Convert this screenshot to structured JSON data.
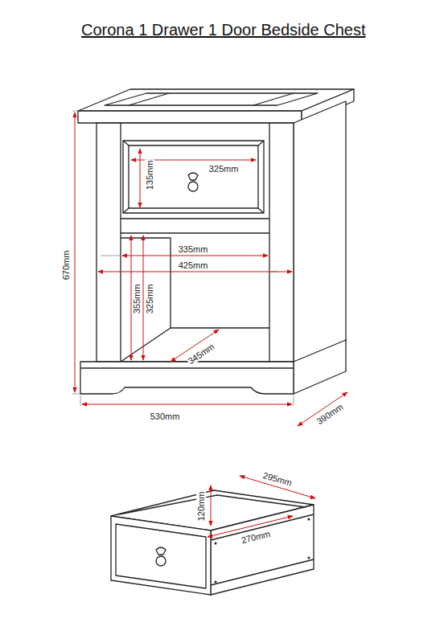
{
  "diagram": {
    "title": "Corona 1 Drawer 1 Door Bedside Chest",
    "labels": [
      "325mm",
      "135mm",
      "335mm",
      "425mm",
      "670mm",
      "355mm",
      "325mm",
      "345mm",
      "530mm",
      "390mm",
      "295mm",
      "120mm",
      "270mm"
    ]
  }
}
